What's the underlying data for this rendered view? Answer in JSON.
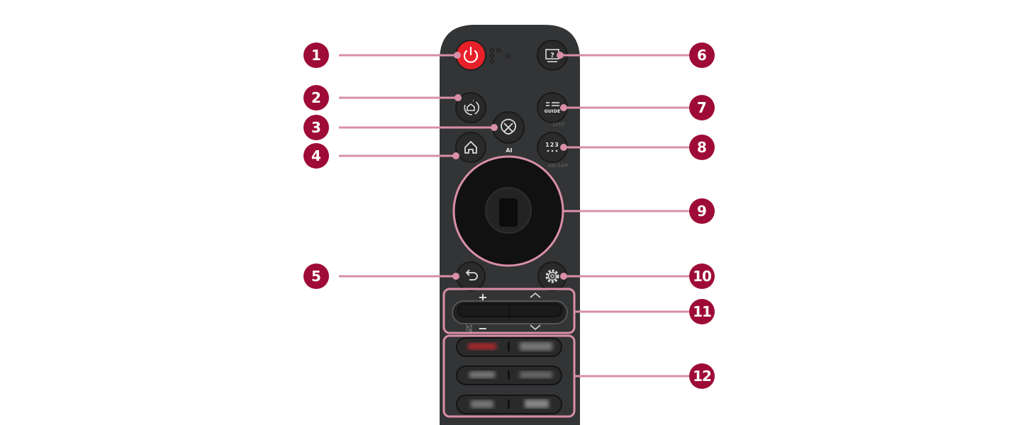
{
  "colors": {
    "badge": "#9e0b36",
    "leader_line": "#d98fa8",
    "remote_body": "#333436",
    "button": "#2a2a2b",
    "power_button": "#e8202a"
  },
  "buttons": {
    "power": {
      "icon": "power-icon"
    },
    "help": {
      "icon": "monitor-question-icon",
      "glyph": "?"
    },
    "home_dashboard": {
      "icon": "home-circle-icon"
    },
    "guide": {
      "label": "GUIDE",
      "sub_label": "LIST"
    },
    "ai": {
      "icon": "ai-knot-icon",
      "label": "AI"
    },
    "home": {
      "icon": "home-icon"
    },
    "numbers": {
      "label": "123",
      "sub_label": "AD/SAP"
    },
    "wheel": {
      "icon": "wheel-ok-icon"
    },
    "back": {
      "icon": "back-arrow-icon"
    },
    "settings": {
      "icon": "gear-icon"
    },
    "volume_channel": {
      "plus": "+",
      "minus": "−",
      "up_icon": "chevron-up-icon",
      "down_icon": "chevron-down-icon",
      "mute_icon": "mute-icon"
    }
  },
  "callouts": {
    "left": [
      "1",
      "2",
      "3",
      "4",
      "5"
    ],
    "right": [
      "6",
      "7",
      "8",
      "9",
      "10",
      "11",
      "12"
    ]
  }
}
